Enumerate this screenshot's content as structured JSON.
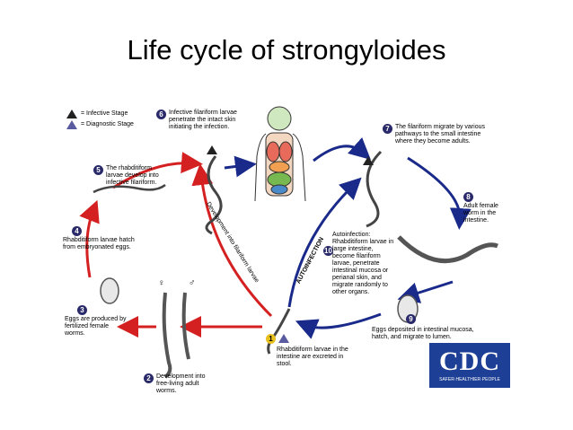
{
  "title": "Life cycle of strongyloides",
  "legend": {
    "infective": "= Infective Stage",
    "diagnostic": "= Diagnostic Stage",
    "infective_mark": "i",
    "diagnostic_mark": "d"
  },
  "steps": {
    "s1": {
      "num": "1",
      "text": "Rhabditiform larvae in the intestine are excreted in stool."
    },
    "s2": {
      "num": "2",
      "text": "Development into free-living adult worms."
    },
    "s3": {
      "num": "3",
      "text": "Eggs are produced by fertilized female worms."
    },
    "s4": {
      "num": "4",
      "text": "Rhabditiform larvae hatch from embryonated eggs."
    },
    "s5": {
      "num": "5",
      "text": "The rhabditiform larvae develop into infective filariform."
    },
    "s6": {
      "num": "6",
      "text": "Infective filariform larvae penetrate the intact skin initiating the infection."
    },
    "s7": {
      "num": "7",
      "text": "The filariform migrate by various pathways to the small intestine where they become adults."
    },
    "s8": {
      "num": "8",
      "text": "Adult female worm in the intestine."
    },
    "s9": {
      "num": "9",
      "text": "Eggs deposited in intestinal mucosa, hatch, and migrate to lumen."
    },
    "s10": {
      "num": "10",
      "text": "Autoinfection: Rhabditiform larvae in large intestine, become filariform larvae, penetrate intestinal mucosa or perianal skin, and migrate randomly to other organs."
    }
  },
  "arc_labels": {
    "development": "Development into filariform larvae",
    "autoinfection": "AUTOINFECTION"
  },
  "sex_symbols": {
    "female": "♀",
    "male": "♂"
  },
  "logo": {
    "text": "CDC",
    "tagline": "SAFER·HEALTHIER·PEOPLE"
  },
  "colors": {
    "free_living_cycle": "#d42020",
    "parasitic_cycle": "#1a2a8a",
    "badge": "#2a2a6a"
  }
}
